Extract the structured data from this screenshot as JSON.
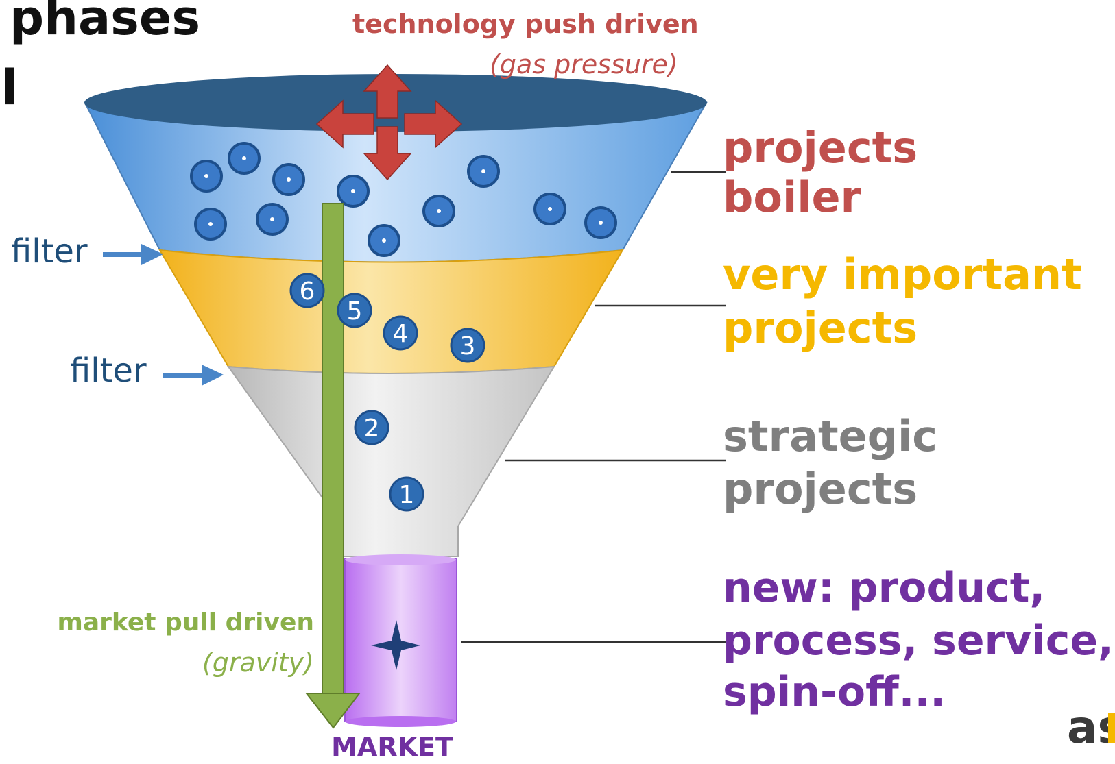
{
  "heading": {
    "line1": "phases",
    "line2": "l"
  },
  "push": {
    "title": "technology push driven",
    "subtitle": "(gas pressure)"
  },
  "pull": {
    "title": "market pull driven",
    "subtitle": "(gravity)"
  },
  "filters": [
    "filter",
    "filter"
  ],
  "market": "MARKET",
  "categories": {
    "boiler": {
      "line1": "projects",
      "line2": "boiler",
      "color": "#c0504d"
    },
    "important": {
      "line1": "very important",
      "line2": "projects",
      "color": "#f5b800"
    },
    "strategic": {
      "line1": "strategic",
      "line2": "projects",
      "color": "#7f7f7f"
    },
    "new": {
      "line1": "new: product,",
      "line2": "process, service,",
      "line3": "spin-off...",
      "color": "#7030a0"
    }
  },
  "numbered_projects": [
    "1",
    "2",
    "3",
    "4",
    "5",
    "6"
  ],
  "logo": {
    "text": "as"
  },
  "colors": {
    "funnel_blue": "#6fa8dc",
    "funnel_yellow": "#f6c343",
    "funnel_grey": "#d0d0d0",
    "market_purple": "#c78bf0",
    "pull_arrow_green": "#8bb04a",
    "push_arrow_red": "#c0504d",
    "dot_blue": "#2e6db4",
    "filter_text": "#1f4e79",
    "filter_arrow": "#4a86c8"
  }
}
